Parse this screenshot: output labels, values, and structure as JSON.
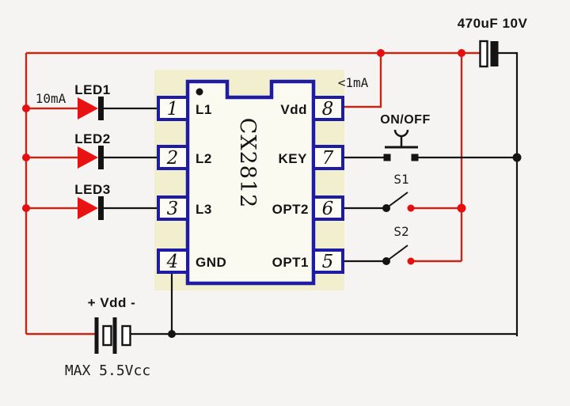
{
  "diagram": {
    "capacitor": {
      "label": "470uF 10V"
    },
    "supply_current_label": "<1mA",
    "led_current_label": "10mA",
    "leds": [
      {
        "label": "LED1"
      },
      {
        "label": "LED2"
      },
      {
        "label": "LED3"
      }
    ],
    "push_button": {
      "label": "ON/OFF"
    },
    "switches": [
      {
        "label": "S1"
      },
      {
        "label": "S2"
      }
    ],
    "ic": {
      "name": "CX2812",
      "pins_left": [
        {
          "number": "1",
          "label": "L1"
        },
        {
          "number": "2",
          "label": "L2"
        },
        {
          "number": "3",
          "label": "L3"
        },
        {
          "number": "4",
          "label": "GND"
        }
      ],
      "pins_right": [
        {
          "number": "8",
          "label": "Vdd"
        },
        {
          "number": "7",
          "label": "KEY"
        },
        {
          "number": "6",
          "label": "OPT2"
        },
        {
          "number": "5",
          "label": "OPT1"
        }
      ]
    },
    "battery": {
      "label": "+ Vdd -",
      "note": "MAX 5.5Vcc"
    },
    "colors": {
      "wire_red": "#c02818",
      "junction_red": "#e60f0f",
      "led_red": "#e81212",
      "wire_black": "#141414",
      "ic_outline": "#1e1ba4",
      "ic_backdrop": "#f1efcd",
      "ic_fill": "#fbfaf1",
      "background": "#f5f4f2"
    }
  }
}
